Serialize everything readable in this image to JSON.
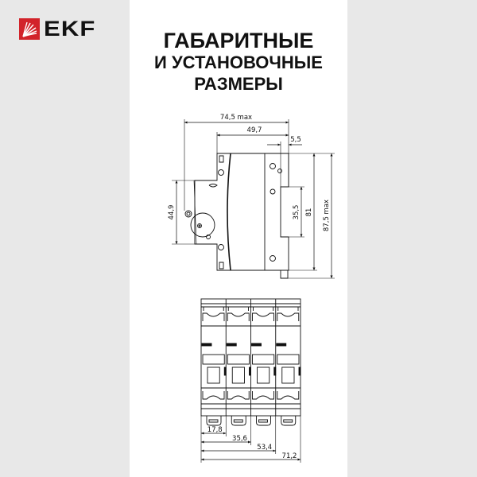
{
  "brand": {
    "name": "EKF",
    "color": "#d2232a"
  },
  "title": {
    "line1": "ГАБАРИТНЫЕ",
    "line2": "И УСТАНОВОЧНЫЕ",
    "line3": "РАЗМЕРЫ"
  },
  "side_view": {
    "dims": {
      "overall_depth": "74,5 max",
      "body_depth": "49,7",
      "offset": "5,5",
      "front_height": "44,9",
      "din_slot": "35,5",
      "body_height": "81",
      "overall_height": "87,5 max"
    }
  },
  "front_view": {
    "poles": 4,
    "dims": [
      "17,8",
      "35,6",
      "53,4",
      "71,2"
    ]
  }
}
